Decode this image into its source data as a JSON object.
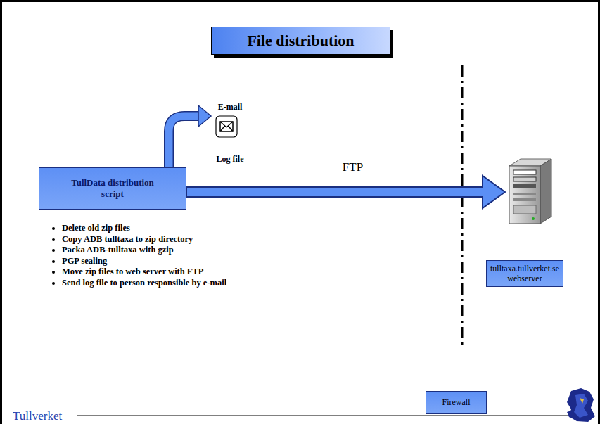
{
  "diagram": {
    "title": "File distribution",
    "nodes": [
      {
        "text": [
          "TullData distribution script"
        ]
      },
      {
        "text": [
          "E-mail",
          "Log file"
        ]
      },
      {
        "text": [
          "tulltaxa.tullverket.se webserver"
        ]
      },
      {
        "text": [
          "Firewall"
        ]
      }
    ],
    "edges": [
      {
        "from": 0,
        "to": 1,
        "arrow": "to"
      },
      {
        "from": 0,
        "to": 2,
        "label": "FTP",
        "arrow": "to"
      }
    ],
    "labels": [
      "Delete old zip files",
      "Copy ADB tulltaxa to zip directory",
      "Packa ADB-tulltaxa with gzip",
      "PGP sealing",
      "Move zip files to web server with FTP",
      "Send log file to person responsible by e-mail",
      "Tullverket"
    ]
  }
}
